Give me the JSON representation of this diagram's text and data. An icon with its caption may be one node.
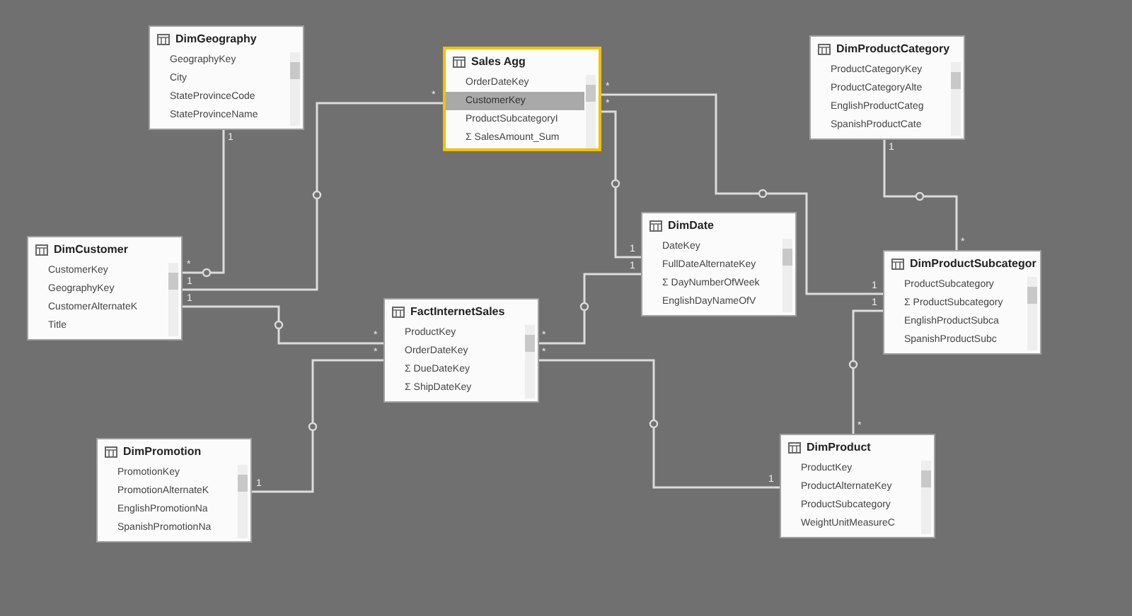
{
  "diagram": {
    "nodes": [
      {
        "text": [
          "DimGeography",
          "GeographyKey",
          "City",
          "StateProvinceCode",
          "StateProvinceName"
        ]
      },
      {
        "text": [
          "Sales Agg",
          "OrderDateKey",
          "CustomerKey",
          "ProductSubcategoryI",
          "Σ SalesAmount_Sum"
        ]
      },
      {
        "text": [
          "DimProductCategory",
          "ProductCategoryKey",
          "ProductCategoryAlte",
          "EnglishProductCateg",
          "SpanishProductCate"
        ]
      },
      {
        "text": [
          "DimCustomer",
          "CustomerKey",
          "GeographyKey",
          "CustomerAlternateK",
          "Title"
        ]
      },
      {
        "text": [
          "DimDate",
          "DateKey",
          "FullDateAlternateKey",
          "Σ DayNumberOfWeek",
          "EnglishDayNameOfV"
        ]
      },
      {
        "text": [
          "DimProductSubcategor",
          "ProductSubcategory",
          "Σ ProductSubcategory",
          "EnglishProductSubca",
          "SpanishProductSubc"
        ]
      },
      {
        "text": [
          "FactInternetSales",
          "ProductKey",
          "OrderDateKey",
          "Σ DueDateKey",
          "Σ ShipDateKey"
        ]
      },
      {
        "text": [
          "DimPromotion",
          "PromotionKey",
          "PromotionAlternateK",
          "EnglishPromotionNa",
          "SpanishPromotionNa"
        ]
      },
      {
        "text": [
          "DimProduct",
          "ProductKey",
          "ProductAlternateKey",
          "ProductSubcategory",
          "WeightUnitMeasureC"
        ]
      }
    ],
    "edges": [
      {
        "from": 0,
        "to": 3,
        "arrow": "none"
      },
      {
        "from": 3,
        "to": 1,
        "arrow": "none"
      },
      {
        "from": 3,
        "to": 6,
        "arrow": "none"
      },
      {
        "from": 7,
        "to": 6,
        "arrow": "none"
      },
      {
        "from": 5,
        "to": 1,
        "arrow": "none"
      },
      {
        "from": 4,
        "to": 1,
        "arrow": "none"
      },
      {
        "from": 4,
        "to": 6,
        "arrow": "none"
      },
      {
        "from": 8,
        "to": 6,
        "arrow": "none"
      },
      {
        "from": 2,
        "to": 5,
        "arrow": "none"
      },
      {
        "from": 5,
        "to": 8,
        "arrow": "none"
      }
    ],
    "labels": [
      "1",
      "*",
      "*",
      "*",
      "1",
      "*",
      "*",
      "1",
      "1",
      "1",
      "1",
      "1",
      "1",
      "*",
      "*",
      "*",
      "*",
      "*",
      "1",
      "1"
    ]
  }
}
